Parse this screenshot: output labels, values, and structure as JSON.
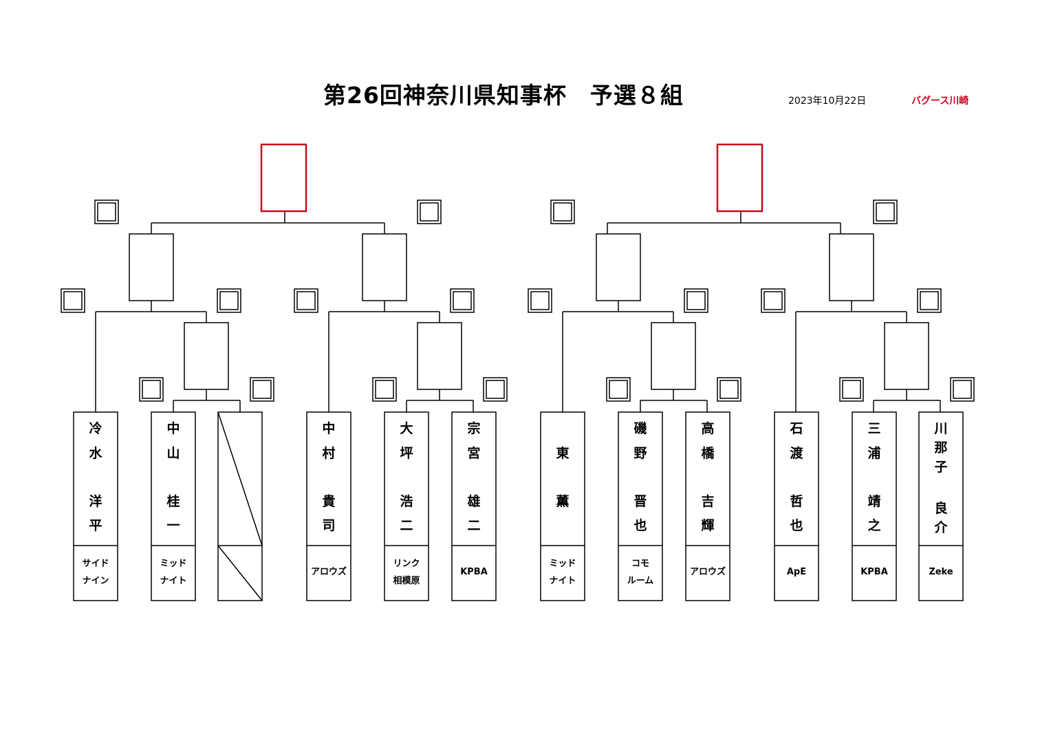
{
  "header": {
    "title": "第26回神奈川県知事杯　予選８組",
    "date": "2023年10月22日",
    "organizer": "バグース川崎"
  },
  "colors": {
    "line": "#000000",
    "final_box": "#d0021b",
    "organizer_text": "#d0021b"
  },
  "players": [
    {
      "name_chars": [
        "冷",
        "水",
        "",
        "洋",
        "平"
      ],
      "club": [
        "サイド",
        "ナイン"
      ],
      "bye": false
    },
    {
      "name_chars": [
        "中",
        "山",
        "",
        "桂",
        "一"
      ],
      "club": [
        "ミッド",
        "ナイト"
      ],
      "bye": false
    },
    {
      "name_chars": [],
      "club": [],
      "bye": true
    },
    {
      "name_chars": [
        "中",
        "村",
        "",
        "貴",
        "司"
      ],
      "club": [
        "アロウズ"
      ],
      "bye": false
    },
    {
      "name_chars": [
        "大",
        "坪",
        "",
        "浩",
        "二"
      ],
      "club": [
        "リンク",
        "相模原"
      ],
      "bye": false
    },
    {
      "name_chars": [
        "宗",
        "宮",
        "",
        "雄",
        "二"
      ],
      "club": [
        "KPBA"
      ],
      "bye": false
    },
    {
      "name_chars": [
        "",
        "東",
        "",
        "薫",
        ""
      ],
      "club": [
        "ミッド",
        "ナイト"
      ],
      "bye": false
    },
    {
      "name_chars": [
        "磯",
        "野",
        "",
        "晋",
        "也"
      ],
      "club": [
        "コモ",
        "ルーム"
      ],
      "bye": false
    },
    {
      "name_chars": [
        "高",
        "橋",
        "",
        "吉",
        "輝"
      ],
      "club": [
        "アロウズ"
      ],
      "bye": false
    },
    {
      "name_chars": [
        "石",
        "渡",
        "",
        "哲",
        "也"
      ],
      "club": [
        "ApE"
      ],
      "bye": false
    },
    {
      "name_chars": [
        "三",
        "浦",
        "",
        "靖",
        "之"
      ],
      "club": [
        "KPBA"
      ],
      "bye": false
    },
    {
      "name_chars": [
        "川",
        "那",
        "子",
        "良",
        "介"
      ],
      "club": [
        "Zeke"
      ],
      "bye": false
    }
  ]
}
